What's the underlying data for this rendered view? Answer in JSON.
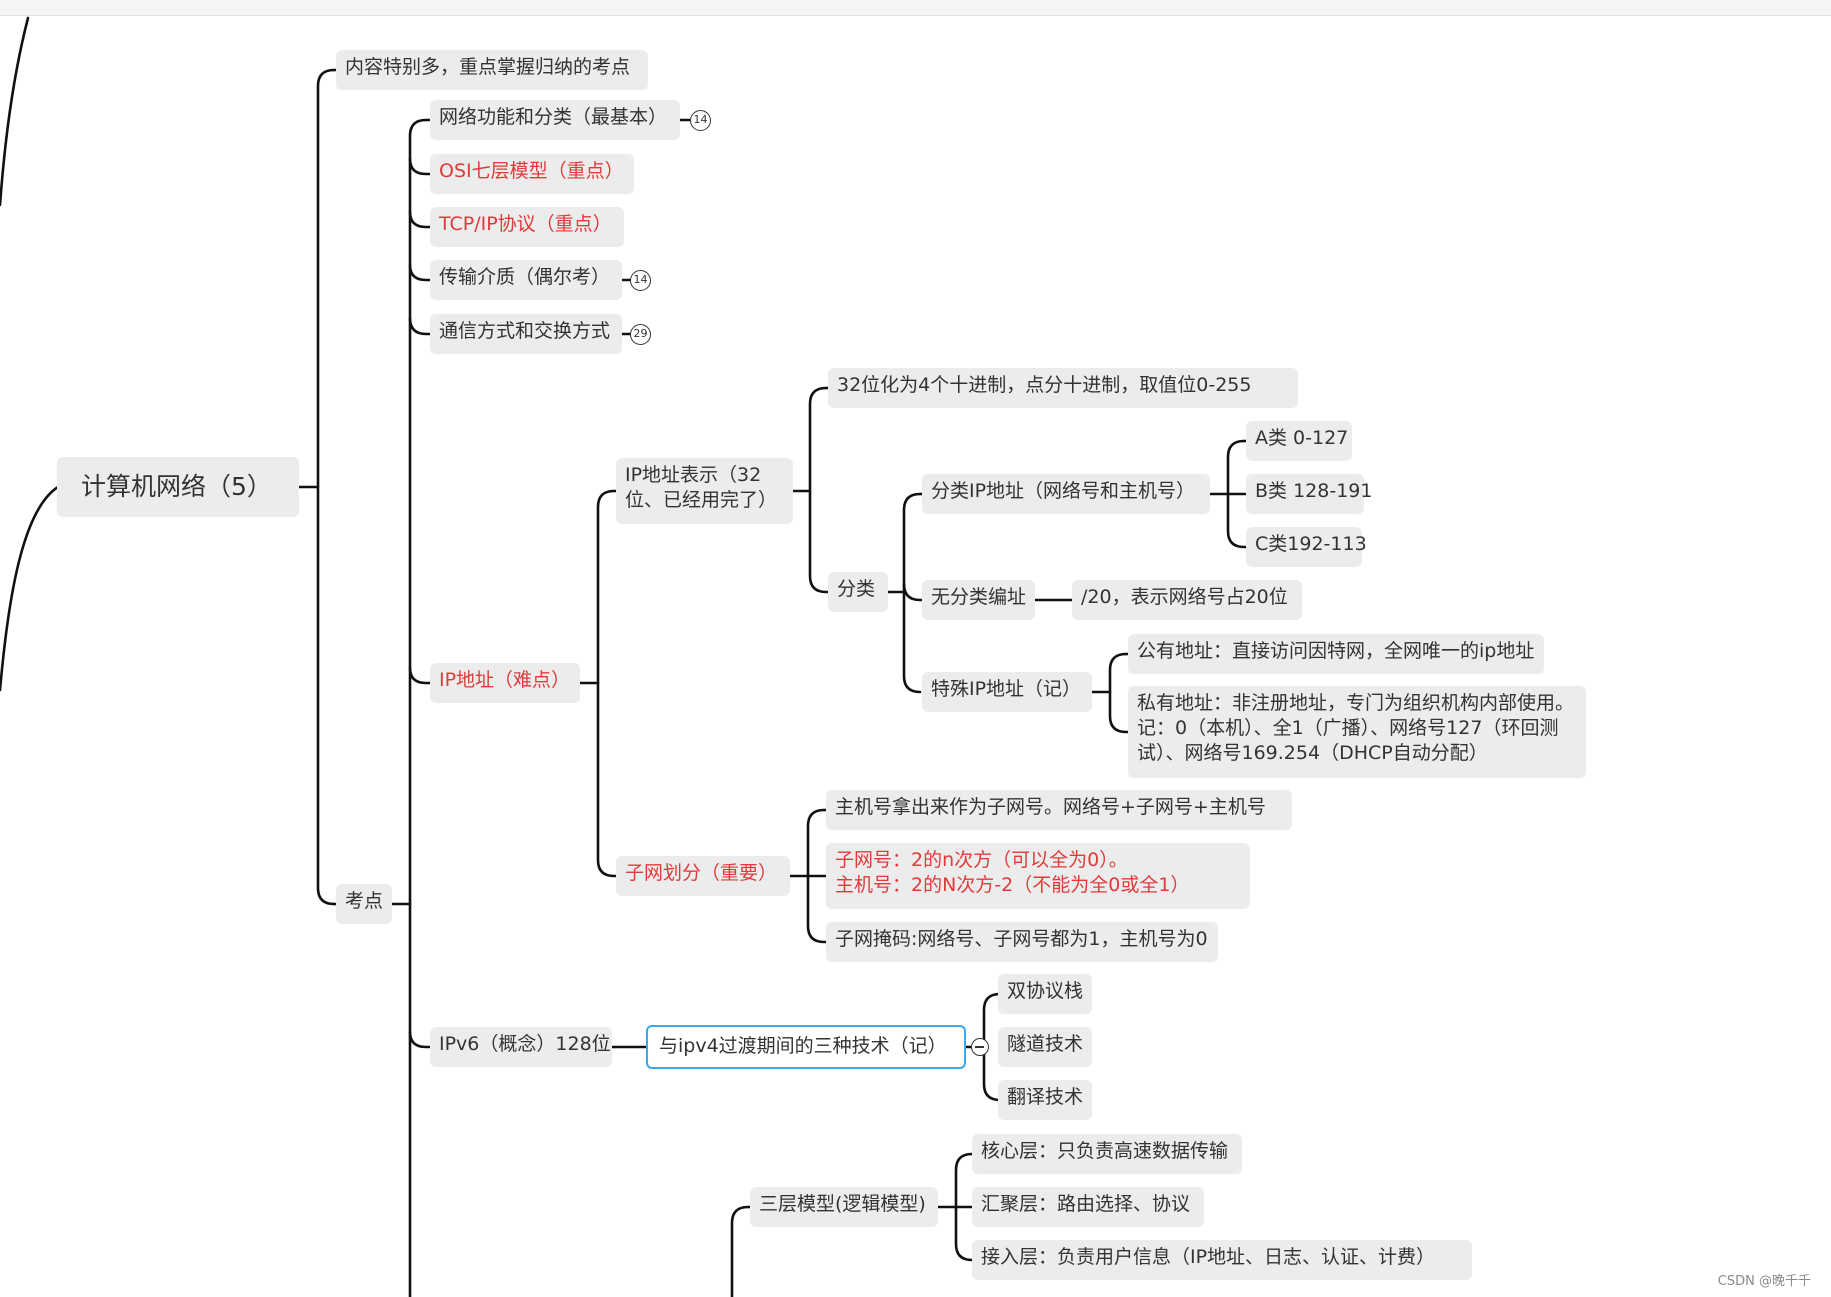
{
  "root": {
    "label": "计算机网络（5）"
  },
  "intro": {
    "label": "内容特别多，重点掌握归纳的考点"
  },
  "kaodian": {
    "label": "考点"
  },
  "branches": {
    "network_function": {
      "label": "网络功能和分类（最基本）",
      "badge": "14"
    },
    "osi": {
      "label": "OSI七层模型（重点）"
    },
    "tcpip": {
      "label": "TCP/IP协议（重点）"
    },
    "media": {
      "label": "传输介质（偶尔考）",
      "badge": "14"
    },
    "comm": {
      "label": "通信方式和交换方式",
      "badge": "29"
    },
    "ip": {
      "label": "IP地址（难点）"
    },
    "ipv6": {
      "label": "IPv6（概念）128位"
    }
  },
  "ip_repr": {
    "label": "IP地址表示（32位、已经用完了）",
    "decimal": "32位化为4个十进制，点分十进制，取值位0-255",
    "fenlei": "分类",
    "classful": "分类IP地址（网络号和主机号）",
    "class_a": "A类 0-127",
    "class_b": "B类 128-191",
    "class_c": "C类192-113",
    "classless": "无分类编址",
    "classless_detail": "/20，表示网络号占20位",
    "special": "特殊IP地址（记）",
    "public": "公有地址：直接访问因特网，全网唯一的ip地址",
    "private": "私有地址：非注册地址，专门为组织机构内部使用。记：0（本机）、全1（广播）、网络号127（环回测试）、网络号169.254（DHCP自动分配）"
  },
  "subnet": {
    "label": "子网划分（重要）",
    "host_bits": "主机号拿出来作为子网号。网络号+子网号+主机号",
    "count_line1": "子网号：2的n次方（可以全为0）。",
    "count_line2": "主机号：2的N次方-2（不能为全0或全1）",
    "mask": "子网掩码:网络号、子网号都为1，主机号为0"
  },
  "ipv6": {
    "transition": "与ipv4过渡期间的三种技术（记）",
    "dual_stack": "双协议栈",
    "tunnel": "隧道技术",
    "translate": "翻译技术"
  },
  "three_layer": {
    "label": "三层模型(逻辑模型)",
    "core": "核心层：只负责高速数据传输",
    "distribution": "汇聚层：路由选择、协议",
    "access": "接入层：负责用户信息（IP地址、日志、认证、计费）"
  },
  "watermark": "CSDN @晚千千",
  "colors": {
    "accent_red": "#e03a3a",
    "selected_border": "#3aa9e8",
    "node_bg": "#ececec",
    "line": "#111111"
  }
}
